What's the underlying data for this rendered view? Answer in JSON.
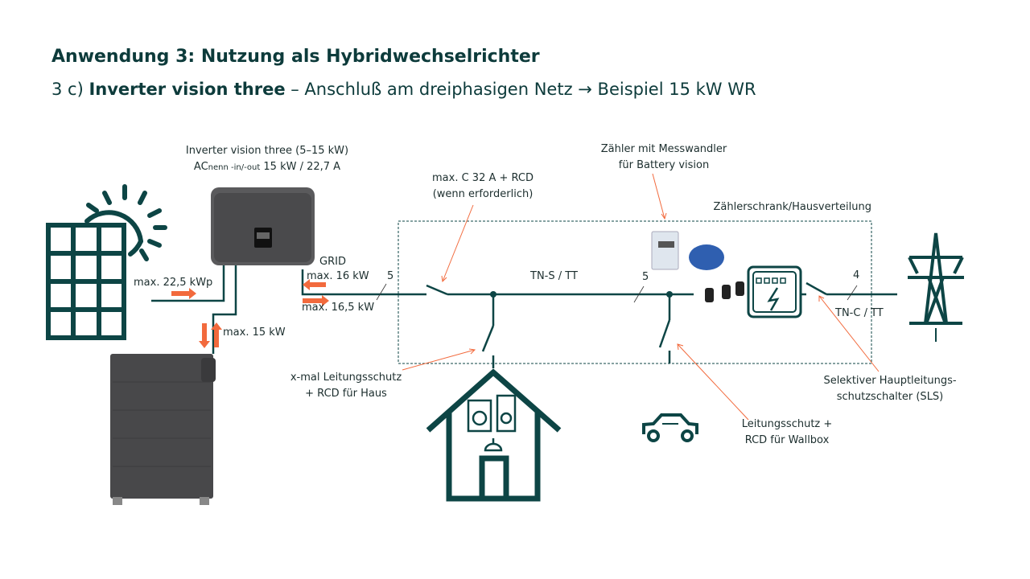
{
  "title": "Anwendung 3: Nutzung als Hybridwechselrichter",
  "subtitle": {
    "prefix": "3 c) ",
    "bold": "Inverter vision three",
    "rest": " – Anschluß am dreiphasigen Netz → Beispiel 15 kW WR"
  },
  "inverter": {
    "label_line1": "Inverter vision three (5–15 kW)",
    "label_ac": "AC",
    "label_sub": "nenn -in/-out",
    "label_rest": " 15 kW / 22,7 A"
  },
  "pv": {
    "power": "max. 22,5 kWp"
  },
  "battery": {
    "power": "max. 15 kW"
  },
  "grid": {
    "label": "GRID",
    "in": "max. 16 kW",
    "out": "max. 16,5 kW",
    "wires": "5"
  },
  "bus": {
    "system": "TN-S / TT",
    "wires": "5"
  },
  "incoming": {
    "system": "TN-C / TT",
    "wires": "4"
  },
  "annotations": {
    "breaker_line1": "max. C 32 A + RCD",
    "breaker_line2": "(wenn erforderlich)",
    "meter_line1": "Zähler mit Messwandler",
    "meter_line2": "für Battery vision",
    "cabinet": "Zählerschrank/Hausverteilung",
    "house_line1": "x-mal Leitungsschutz",
    "house_line2": "+ RCD für Haus",
    "wallbox_line1": "Leitungsschutz +",
    "wallbox_line2": "RCD für Wallbox",
    "sls_line1": "Selektiver Hauptleitungs-",
    "sls_line2": "schutzschalter (SLS)"
  },
  "colors": {
    "primary": "#0d4545",
    "accent": "#f26a3d",
    "device": "#4a4a4c"
  }
}
